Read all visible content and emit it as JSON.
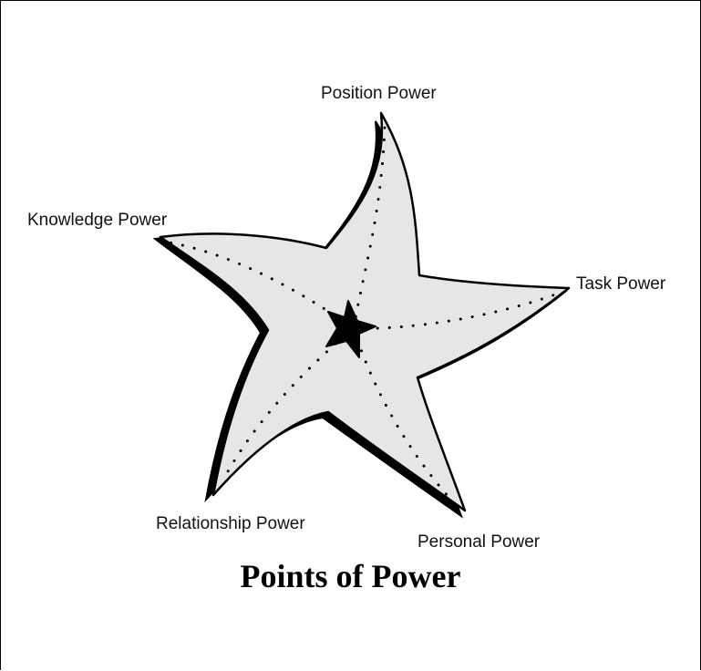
{
  "diagram": {
    "title": "Points of Power",
    "points": [
      {
        "key": "position",
        "label": "Position Power"
      },
      {
        "key": "task",
        "label": "Task Power"
      },
      {
        "key": "personal",
        "label": "Personal Power"
      },
      {
        "key": "relationship",
        "label": "Relationship Power"
      },
      {
        "key": "knowledge",
        "label": "Knowledge Power"
      }
    ],
    "colors": {
      "fill": "#e6e6e6",
      "outline": "#000000",
      "center_star": "#000000"
    }
  }
}
